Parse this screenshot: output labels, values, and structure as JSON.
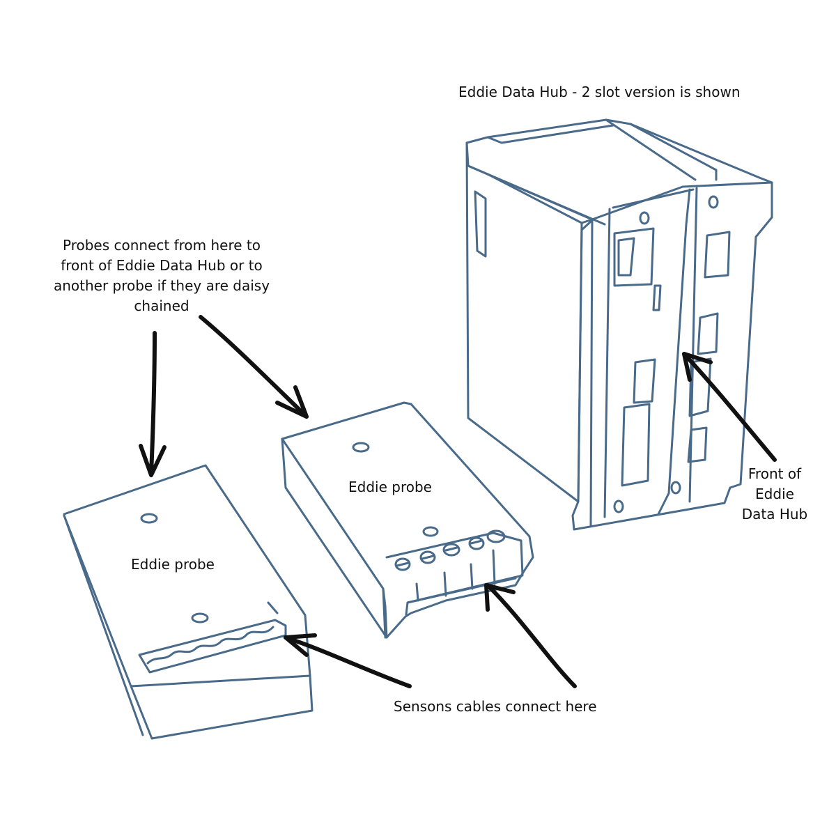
{
  "labels": {
    "hub_title": "Eddie Data Hub - 2 slot version is shown",
    "probes_connect": "Probes connect from here to front of Eddie Data Hub or to another probe if they are daisy chained",
    "probe_left": "Eddie probe",
    "probe_center": "Eddie probe",
    "sensors_cables": "Sensons cables connect here",
    "hub_front": "Front of Eddie Data Hub"
  },
  "colors": {
    "sketch": "#4a6a8a",
    "arrow": "#111111",
    "background": "#ffffff"
  }
}
